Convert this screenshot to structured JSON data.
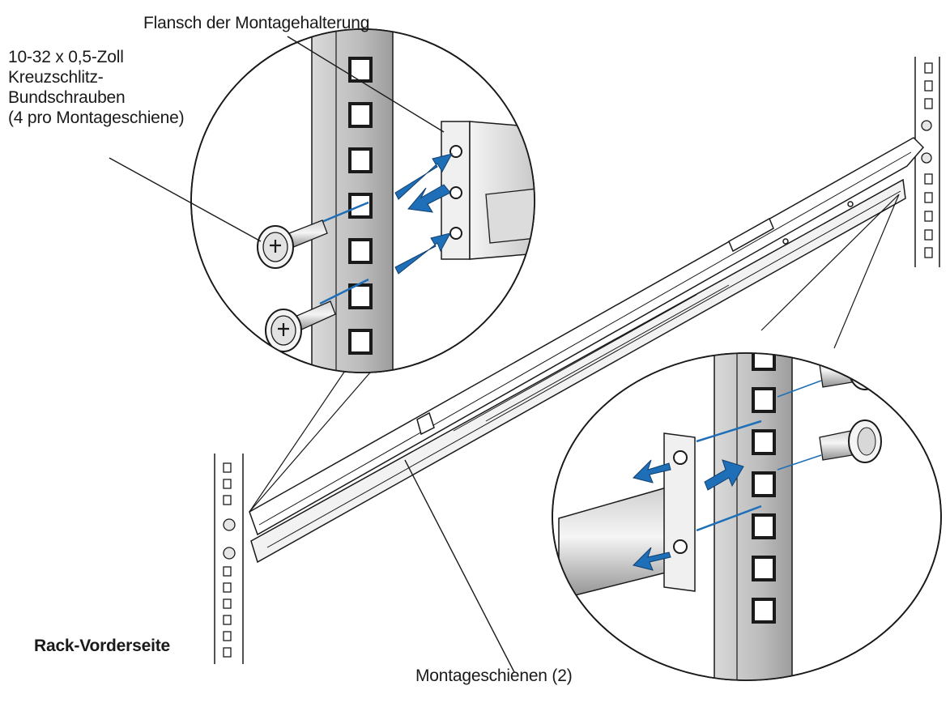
{
  "labels": {
    "screws": [
      "10-32 x 0,5-Zoll",
      "Kreuzschlitz-",
      "Bundschrauben",
      "(4 pro Montageschiene)"
    ],
    "flange": "Flansch der Montagehalterung",
    "rack_front": "Rack-Vorderseite",
    "rails": "Montageschienen (2)"
  },
  "colors": {
    "line": "#1a1a1a",
    "arrow_blue": "#1f6fb8",
    "metal_light": "#e6e6e6",
    "metal_mid": "#bdbdbd",
    "metal_dark": "#8a8a8a"
  }
}
